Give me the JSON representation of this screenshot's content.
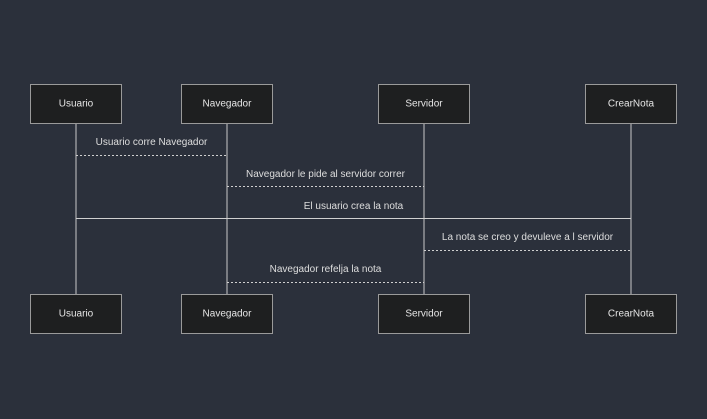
{
  "participants": [
    {
      "id": "usuario",
      "label": "Usuario"
    },
    {
      "id": "navegador",
      "label": "Navegador"
    },
    {
      "id": "servidor",
      "label": "Servidor"
    },
    {
      "id": "crearnota",
      "label": "CrearNota"
    }
  ],
  "messages": [
    {
      "from": "usuario",
      "to": "navegador",
      "label": "Usuario corre Navegador",
      "style": "dotted"
    },
    {
      "from": "navegador",
      "to": "servidor",
      "label": "Navegador le pide al servidor correr",
      "style": "dotted"
    },
    {
      "from": "usuario",
      "to": "crearnota",
      "label": "El usuario crea la nota",
      "style": "solid"
    },
    {
      "from": "servidor",
      "to": "crearnota",
      "label": "La nota se creo y devuleve a l servidor",
      "style": "dotted"
    },
    {
      "from": "navegador",
      "to": "servidor",
      "label": "Navegador refelja la nota",
      "style": "dotted"
    }
  ],
  "colors": {
    "background": "#2b303b",
    "actor_fill": "#1e1f20",
    "actor_border": "#9a9a9a",
    "line": "#d0d0d0",
    "text": "#dedede"
  }
}
